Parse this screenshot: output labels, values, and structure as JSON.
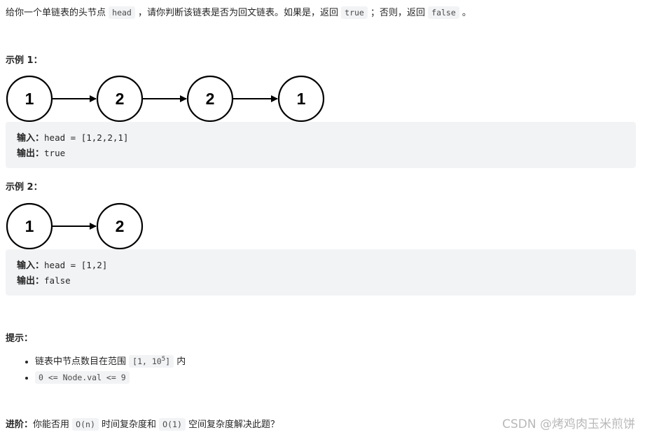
{
  "intro": {
    "t1": "给你一个单链表的头节点",
    "code_head": "head",
    "t2": "，请你判断该链表是否为回文链表。如果是，返回",
    "code_true": "true",
    "t3": "；否则，返回",
    "code_false": "false",
    "t4": "。"
  },
  "example1": {
    "title": "示例 1：",
    "nodes": [
      "1",
      "2",
      "2",
      "1"
    ],
    "input_label": "输入：",
    "input_value": "head = [1,2,2,1]",
    "output_label": "输出：",
    "output_value": "true"
  },
  "example2": {
    "title": "示例 2：",
    "nodes": [
      "1",
      "2"
    ],
    "input_label": "输入：",
    "input_value": "head = [1,2]",
    "output_label": "输出：",
    "output_value": "false"
  },
  "hints": {
    "title": "提示：",
    "item1_text": "链表中节点数目在范围",
    "item1_code": "[1, 10",
    "item1_sup": "5",
    "item1_code_end": "]",
    "item1_suffix": "内",
    "item2_code": "0 <= Node.val <= 9"
  },
  "advanced": {
    "label": "进阶：",
    "t1": "你能否用",
    "code1": "O(n)",
    "t2": "时间复杂度和",
    "code2": "O(1)",
    "t3": "空间复杂度解决此题？"
  },
  "watermark": "CSDN @烤鸡肉玉米煎饼"
}
